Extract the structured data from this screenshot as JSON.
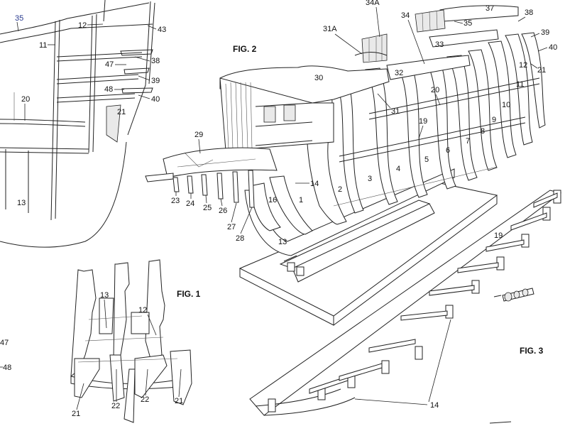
{
  "figures": {
    "fig1": "FIG. 1",
    "fig2": "FIG. 2",
    "fig3": "FIG. 3"
  },
  "top_left": {
    "tag": "35",
    "labels": [
      "12",
      "43",
      "11",
      "38",
      "47",
      "39",
      "48",
      "40",
      "20",
      "21",
      "13"
    ]
  },
  "left_edge": {
    "labels": [
      "47",
      "48"
    ]
  },
  "fig2_labels": {
    "top": [
      "34A",
      "31A",
      "34",
      "33",
      "35",
      "37",
      "38",
      "39",
      "40",
      "12",
      "21",
      "11",
      "10"
    ],
    "frames": [
      "30",
      "32",
      "31",
      "20",
      "19",
      "9",
      "8",
      "7",
      "6",
      "5",
      "4",
      "3",
      "2",
      "1",
      "14",
      "16",
      "13"
    ],
    "stern": [
      "29",
      "23",
      "24",
      "25",
      "26",
      "27",
      "28"
    ]
  },
  "fig1_labels": [
    "13",
    "12",
    "21",
    "22",
    "22",
    "21"
  ],
  "fig3_labels": [
    "19",
    "14"
  ],
  "colors": {
    "ink": "#222222",
    "tag": "#2a3b8f"
  }
}
